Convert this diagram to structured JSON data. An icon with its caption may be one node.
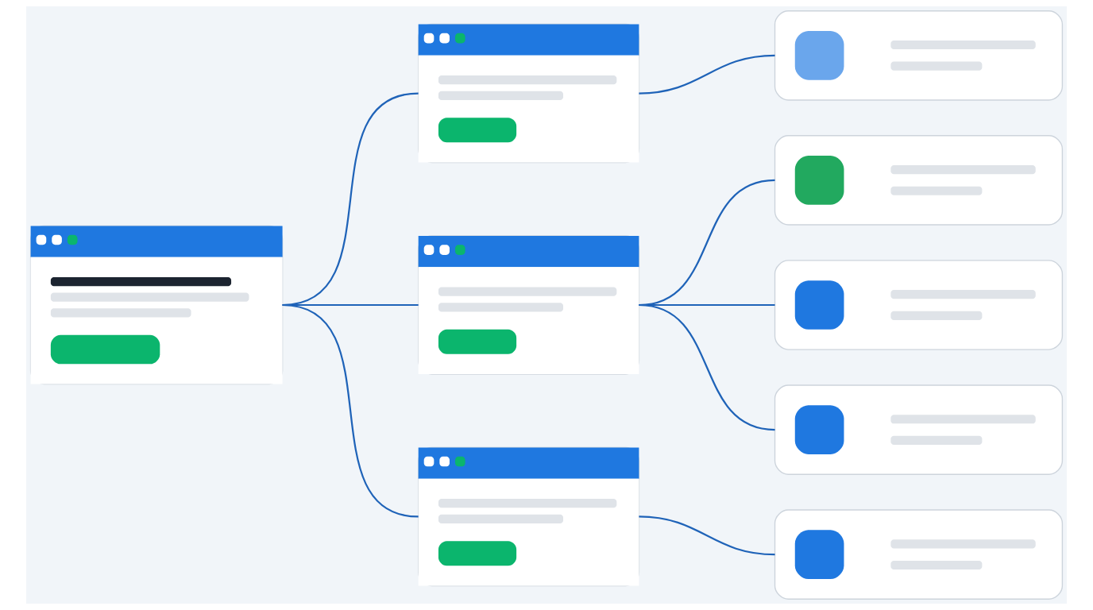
{
  "diagram": {
    "nodes": [
      {
        "text": [],
        "shape": "box"
      },
      {
        "text": [],
        "shape": "box"
      },
      {
        "text": [],
        "shape": "box"
      },
      {
        "text": [],
        "shape": "box"
      },
      {
        "text": [],
        "shape": "box"
      },
      {
        "text": [],
        "shape": "box"
      },
      {
        "text": [],
        "shape": "box"
      },
      {
        "text": [],
        "shape": "box"
      },
      {
        "text": [],
        "shape": "box"
      }
    ],
    "edges": [
      {
        "from": 0,
        "to": 1,
        "arrow": "none"
      },
      {
        "from": 0,
        "to": 2,
        "arrow": "none"
      },
      {
        "from": 0,
        "to": 3,
        "arrow": "none"
      },
      {
        "from": 1,
        "to": 4,
        "arrow": "none"
      },
      {
        "from": 2,
        "to": 5,
        "arrow": "none"
      },
      {
        "from": 2,
        "to": 6,
        "arrow": "none"
      },
      {
        "from": 2,
        "to": 7,
        "arrow": "none"
      },
      {
        "from": 3,
        "to": 8,
        "arrow": "none"
      }
    ]
  }
}
